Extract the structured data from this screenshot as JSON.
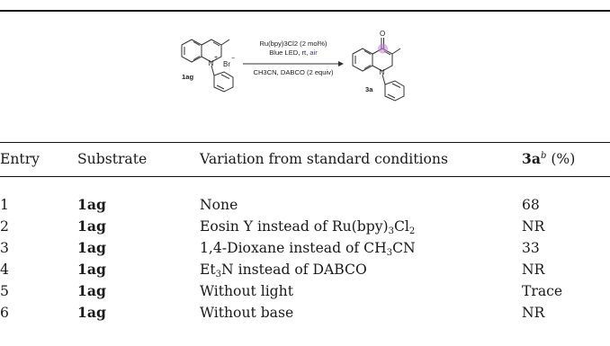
{
  "scheme": {
    "substrate_label": "1ag",
    "product_label": "3a",
    "counterion": "Br",
    "conditions": {
      "line1": "Ru(bpy)3Cl2 (2 mol%)",
      "line2_prefix": "Blue LED, rt, ",
      "line2_air": "air",
      "line3": "CH3CN, DABCO (2 equiv)"
    },
    "colors": {
      "air": "#2b43b8",
      "radical_highlight": "#c77fd6"
    }
  },
  "table": {
    "headers": {
      "entry": "Entry",
      "substrate": "Substrate",
      "variation": "Variation from standard conditions",
      "yield_compound": "3a",
      "yield_note": "b",
      "yield_unit": " (%)"
    },
    "rows": [
      {
        "entry": "1",
        "substrate": "1ag",
        "variation": "None",
        "yield": "68"
      },
      {
        "entry": "2",
        "substrate": "1ag",
        "variation_prefix": "Eosin Y instead of Ru(bpy)",
        "variation_sub1": "3",
        "variation_mid": "Cl",
        "variation_sub2": "2",
        "yield": "NR"
      },
      {
        "entry": "3",
        "substrate": "1ag",
        "variation_prefix": "1,4-Dioxane instead of CH",
        "variation_sub1": "3",
        "variation_mid": "CN",
        "yield": "33"
      },
      {
        "entry": "4",
        "substrate": "1ag",
        "variation_prefix": "Et",
        "variation_sub1": "3",
        "variation_mid": "N instead of DABCO",
        "yield": "NR"
      },
      {
        "entry": "5",
        "substrate": "1ag",
        "variation": "Without light",
        "yield": "Trace"
      },
      {
        "entry": "6",
        "substrate": "1ag",
        "variation": "Without base",
        "yield": "NR"
      }
    ]
  }
}
